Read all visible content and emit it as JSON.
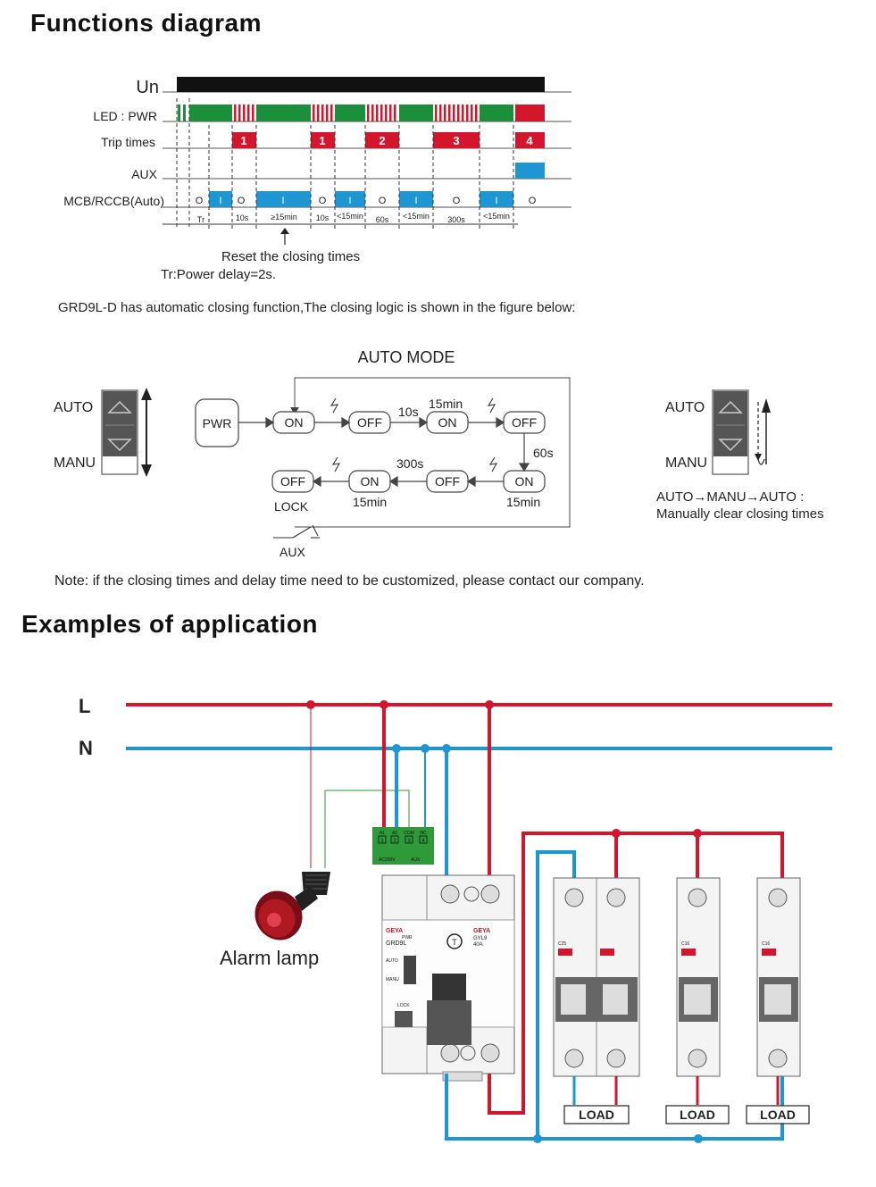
{
  "functions_title": "Functions diagram",
  "timing": {
    "rows": [
      "Un",
      "LED : PWR",
      "Trip times",
      "AUX",
      "MCB/RCCB(Auto)"
    ],
    "trip_numbers": [
      "1",
      "1",
      "2",
      "3",
      "4"
    ],
    "mcb_states": [
      "O",
      "I",
      "O",
      "I",
      "O",
      "I",
      "O",
      "I",
      "O",
      "I",
      "O"
    ],
    "intervals": [
      "Tr",
      "10s",
      "≥15min",
      "10s",
      "<15min",
      "60s",
      "<15min",
      "300s",
      "<15min"
    ],
    "reset_label": "Reset the closing times",
    "tr_note": "Tr:Power delay=2s."
  },
  "intro_text": "GRD9L-D has automatic closing function,The closing logic is shown in the figure below:",
  "auto_mode": {
    "title": "AUTO MODE",
    "auto": "AUTO",
    "manu": "MANU",
    "pwr": "PWR",
    "on": "ON",
    "off": "OFF",
    "t10s": "10s",
    "t15min": "15min",
    "t60s": "60s",
    "t300s": "300s",
    "lock": "LOCK",
    "aux": "AUX",
    "switch_note_1": "AUTO→MANU→AUTO :",
    "switch_note_2": "Manually clear closing times"
  },
  "note": "Note: if the closing times and delay time need to be customized, please contact our company.",
  "examples_title": "Examples of application",
  "wiring": {
    "line_l": "L",
    "line_n": "N",
    "alarm_lamp": "Alarm lamp",
    "load": "LOAD",
    "terminals": [
      "A1",
      "A2",
      "COM",
      "NC"
    ],
    "terminal_nums": [
      "1",
      "2",
      "3",
      "4"
    ],
    "terminal_foot": [
      "AC230V",
      "AUX"
    ],
    "brand": "GEYA",
    "model_left": "GRD9L",
    "model_right": "GYL9",
    "rating": "40A",
    "pwr": "PWR",
    "auto": "AUTO",
    "manu": "MANU",
    "lock": "LOCK",
    "breaker_ratings": [
      "C25",
      "C16",
      "C16"
    ]
  },
  "colors": {
    "red": "#d4162c",
    "blue": "#1e96d2",
    "green": "#1c8f3c",
    "black": "#111111",
    "terminal_green": "#2e9a3a"
  }
}
